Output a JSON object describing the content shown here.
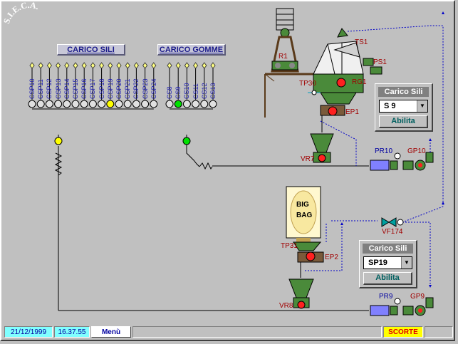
{
  "logo": {
    "text": "S.I.E.C.A."
  },
  "buttons": {
    "carico_sili": "CARICO SILI",
    "carico_gomme": "CARICO GOMME"
  },
  "sili_group1": [
    "CSP10",
    "CSP11",
    "CSP12",
    "CSP13",
    "CSP14",
    "CSP15",
    "CSP16",
    "CSP17",
    "CSP18",
    "CSP19",
    "CSP20",
    "CSP21",
    "CSP22",
    "CSP23",
    "CSP24"
  ],
  "sili_group2": [
    "CS8",
    "CS9",
    "CS10",
    "CS11",
    "CS12",
    "CS13"
  ],
  "labels": {
    "ts1": "TS1",
    "ps1": "PS1",
    "r1": "R1",
    "tp30": "TP30",
    "rg1": "RG1",
    "ep1": "EP1",
    "vr7": "VR7",
    "pr10": "PR10",
    "gp10": "GP10",
    "vf174": "VF174",
    "tp31": "TP31",
    "ep2": "EP2",
    "vr8": "VR8",
    "pr9": "PR9",
    "gp9": "GP9",
    "big": "BIG",
    "bag": "BAG"
  },
  "panel1": {
    "title": "Carico Sili",
    "value": "S 9",
    "button": "Abilita"
  },
  "panel2": {
    "title": "Carico Sili",
    "value": "SP19",
    "button": "Abilita"
  },
  "status": {
    "date": "21/12/1999",
    "time": "16.37.55",
    "menu": "Menù",
    "scorte": "SCORTE"
  },
  "colors": {
    "background": "#c0c0c0",
    "equipment_green": "#4a8a3a",
    "pipe_blue": "#0000c8",
    "label_red": "#a00000",
    "scorte_bg": "#ffff00",
    "status_date_bg": "#80ffff"
  }
}
